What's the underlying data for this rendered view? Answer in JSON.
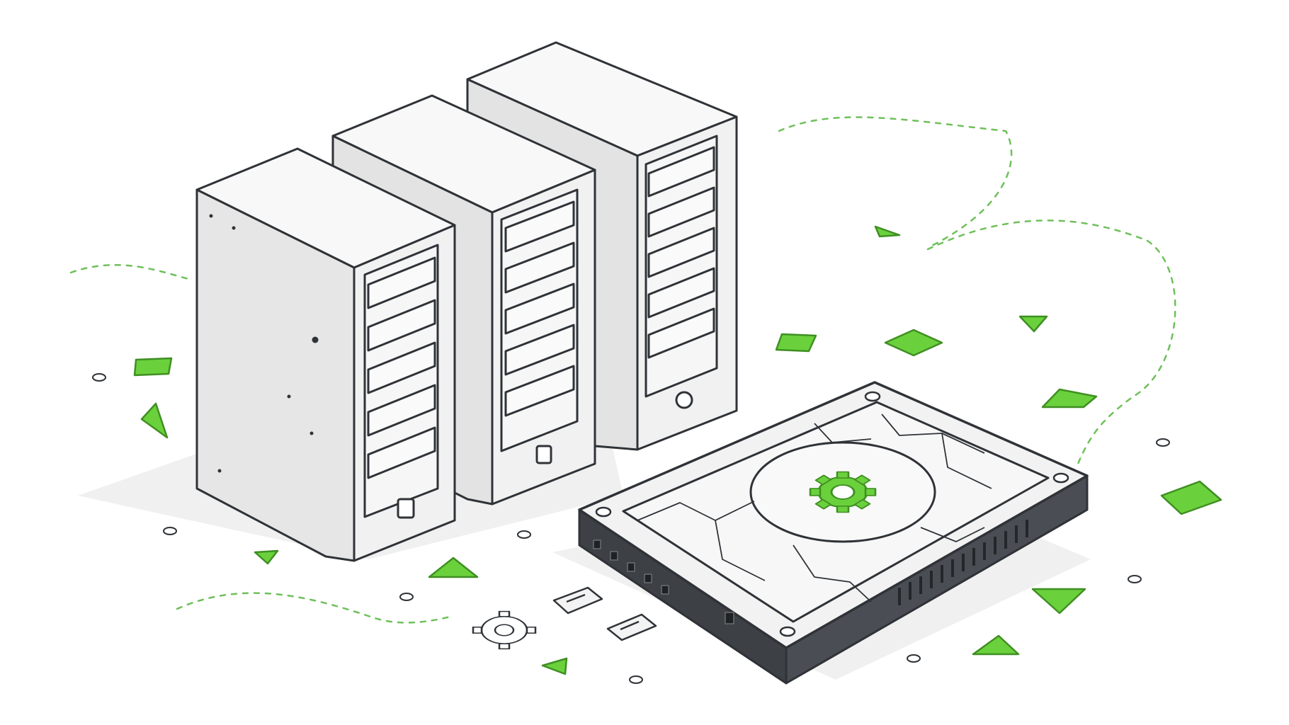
{
  "palette": {
    "background": "#ffffff",
    "outline": "#2f3338",
    "case_front": "#f1f1f1",
    "case_side": "#e3e3e3",
    "case_top": "#f8f8f8",
    "accent_green": "#6ad13c",
    "accent_green_dark": "#3f8f22",
    "drive_dark": "#3d4045",
    "drive_top": "#f4f4f4",
    "shadow": "#ececec",
    "dashed_path": "#6ec05a"
  },
  "objects": {
    "servers": [
      {
        "name": "server-tower-left",
        "drive_bays": 5
      },
      {
        "name": "server-tower-middle",
        "drive_bays": 5
      },
      {
        "name": "server-tower-right",
        "drive_bays": 5
      }
    ],
    "hard_drive": {
      "name": "cracked-hard-drive",
      "state": "cracked",
      "center_icon": "gear-icon"
    },
    "debris": [
      "chip-icon",
      "chip-icon",
      "gear-outline-icon",
      "green-shard",
      "green-triangle"
    ]
  }
}
